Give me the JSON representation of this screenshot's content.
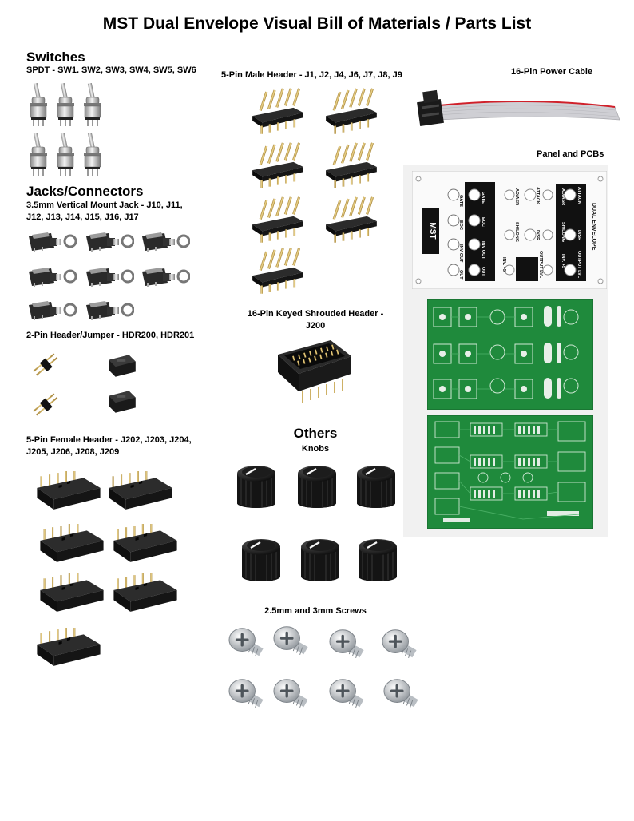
{
  "title": "MST Dual Envelope Visual Bill of Materials / Parts List",
  "switches": {
    "heading": "Switches",
    "desc": "SPDT - SW1. SW2, SW3, SW4, SW5, SW6",
    "count": 6
  },
  "jacks": {
    "heading": "Jacks/Connectors",
    "desc_line1": "3.5mm Vertical Mount Jack - J10, J11,",
    "desc_line2": "J12, J13, J14, J15, J16, J17",
    "count": 8
  },
  "jumper": {
    "desc": "2-Pin Header/Jumper - HDR200, HDR201"
  },
  "female_header": {
    "desc_line1": "5-Pin Female Header - J202, J203, J204,",
    "desc_line2": "J205, J206, J208, J209",
    "count": 7
  },
  "male_header": {
    "desc": "5-Pin Male Header - J1, J2, J4, J6, J7, J8, J9",
    "count": 7
  },
  "shrouded_header": {
    "desc_line1": "16-Pin Keyed Shrouded Header -",
    "desc_line2": "J200"
  },
  "others": {
    "heading": "Others",
    "knobs_label": "Knobs",
    "knob_count": 6,
    "screws_label": "2.5mm and 3mm Screws",
    "screw_count": 8
  },
  "power_cable": {
    "desc": "16-Pin Power Cable"
  },
  "panel": {
    "desc": "Panel and PCBs",
    "logo_text": "MST",
    "left_labels": [
      "GATE",
      "EOC",
      "INV OUT",
      "OUT"
    ],
    "black_labels": [
      "GATE",
      "EOC",
      "INV OUT",
      "OUT"
    ],
    "mid_labels": [
      "AD/ASR",
      "SH/LONG",
      "INV. +5"
    ],
    "mid2_labels": [
      "ATTACK",
      "D/SR",
      "OUTPUT LVL"
    ],
    "right_labels": [
      "AD/ASR",
      "SH/LONG",
      "INV. +5"
    ],
    "far_labels": [
      "ATTACK",
      "D/SR",
      "OUTPUT LVL"
    ],
    "module_name": "DUAL ENVELOPE"
  }
}
